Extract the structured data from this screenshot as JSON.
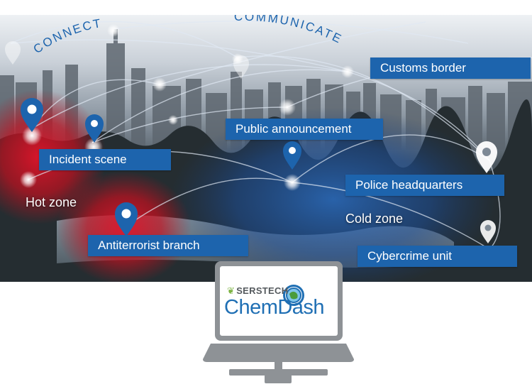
{
  "arcs": {
    "connect": "CONNECT",
    "communicate": "COMMUNICATE"
  },
  "labels": {
    "customs_border": "Customs border",
    "public_announcement": "Public announcement",
    "incident_scene": "Incident scene",
    "police_headquarters": "Police headquarters",
    "antiterrorist_branch": "Antiterrorist branch",
    "cybercrime_unit": "Cybercrime unit"
  },
  "zones": {
    "hot": "Hot zone",
    "cold": "Cold zone"
  },
  "brand": {
    "company": "SERSTECH",
    "product": "ChemDash"
  },
  "icons": {
    "pin": "map-pin-icon",
    "logo_leaf": "leaf-icon",
    "logo_globe": "globe-seal-icon"
  },
  "colors": {
    "label_blue": "#1d64ad",
    "hot_red": "#d0182e",
    "cold_blue": "#1e5aa8",
    "brand_blue": "#1f6fb4",
    "brand_green": "#7cb342",
    "laptop_gray": "#8e9296"
  }
}
